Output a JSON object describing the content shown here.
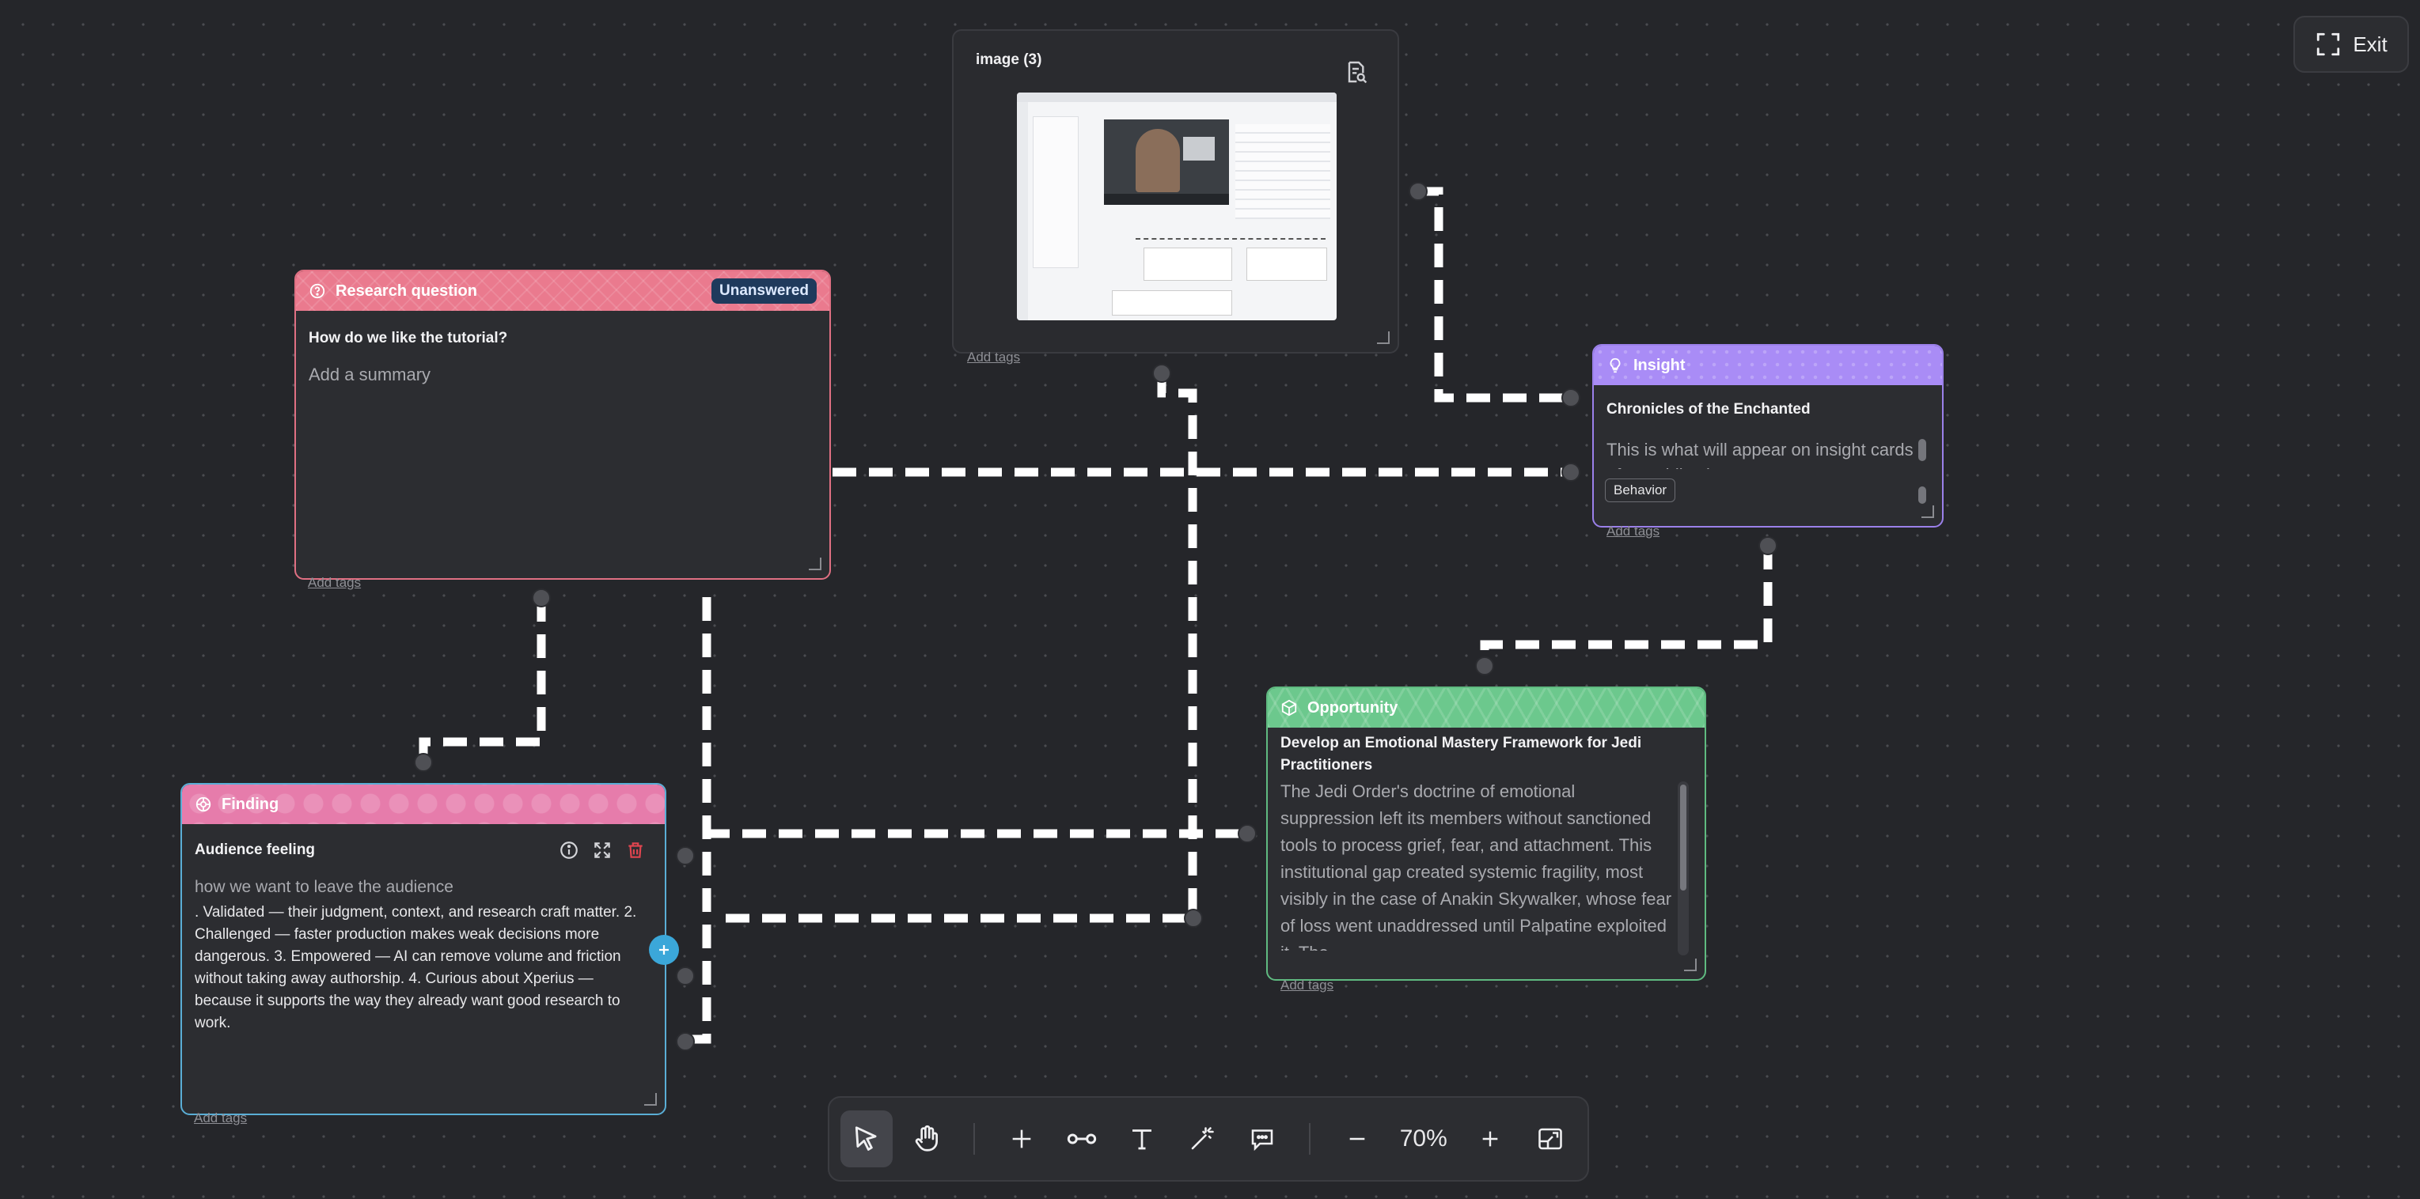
{
  "toolbar": {
    "zoom": "70%"
  },
  "exit_label": "Exit",
  "colors": {
    "research": "#ea7a8e",
    "insight": "#a98cf6",
    "opportunity": "#6cc88d",
    "finding": "#e67cab",
    "finding_border": "#5aaed6",
    "plus": "#3ba7d9"
  },
  "image_card": {
    "title": "image (3)",
    "add_tags": "Add tags"
  },
  "research": {
    "type": "Research question",
    "status": "Unanswered",
    "title": "How do we like the tutorial?",
    "summary": "Add a summary",
    "add_tags": "Add tags"
  },
  "insight": {
    "type": "Insight",
    "title": "Chronicles of the Enchanted",
    "body": "This is what will appear on insight cards after publication",
    "tag": "Behavior",
    "add_tags": "Add tags"
  },
  "opportunity": {
    "type": "Opportunity",
    "title": "Develop an Emotional Mastery Framework for Jedi Practitioners",
    "body": "The Jedi Order's doctrine of emotional suppression left its members without sanctioned tools to process grief, fear, and attachment. This institutional gap created systemic fragility, most visibly in the case of Anakin Skywalker, whose fear of loss went unaddressed until Palpatine exploited it. The",
    "add_tags": "Add tags"
  },
  "finding": {
    "type": "Finding",
    "title": "Audience feeling",
    "lead": "how we want to leave the audience",
    "body": ". Validated — their judgment, context, and research craft matter. 2. Challenged — faster production makes weak decisions more dangerous. 3. Empowered — AI can remove volume and friction without taking away authorship. 4. Curious about Xperius — because it supports the way they already want good research to work.",
    "add_tags": "Add tags"
  }
}
